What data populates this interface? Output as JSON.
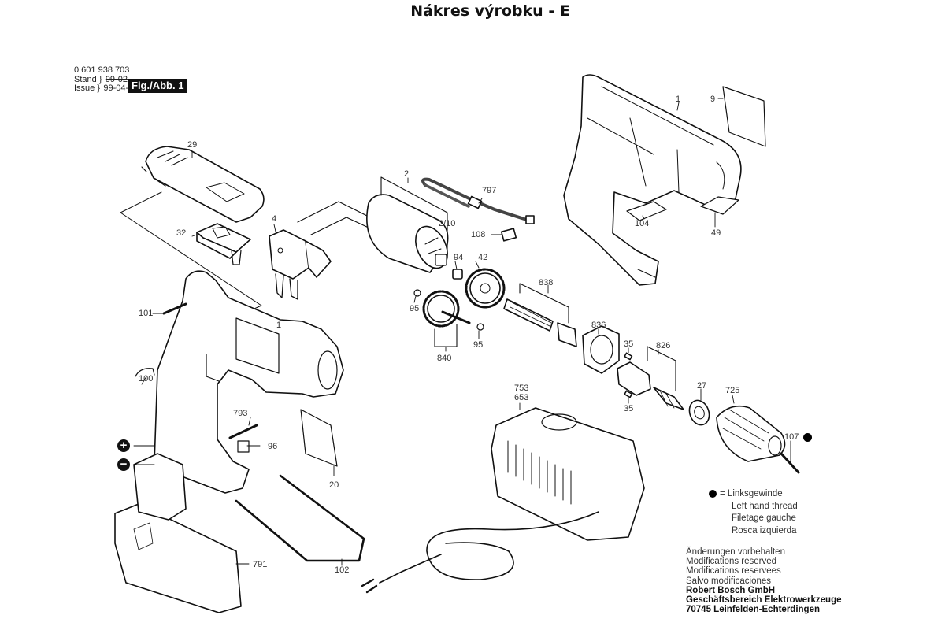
{
  "page": {
    "title": "Nákres výrobku - E"
  },
  "drawing_meta": {
    "part_number": "0 601 938 703",
    "stand_label": "Stand",
    "stand_value": "99-02",
    "issue_label": "Issue",
    "issue_value": "99-04-22",
    "figure_badge": "Fig./Abb. 1"
  },
  "part_labels": {
    "p1_top": "1",
    "p1_housing": "1",
    "p2": "2",
    "p2_10": "2/10",
    "p4": "4",
    "p9": "9",
    "p20": "20",
    "p27": "27",
    "p29": "29",
    "p32": "32",
    "p35_a": "35",
    "p35_b": "35",
    "p42": "42",
    "p49": "49",
    "p94": "94",
    "p95_a": "95",
    "p95_b": "95",
    "p96": "96",
    "p100": "100",
    "p101": "101",
    "p102": "102",
    "p104": "104",
    "p107": "107",
    "p108": "108",
    "p725": "725",
    "p753": "753",
    "p653": "653",
    "p791": "791",
    "p793": "793",
    "p797": "797",
    "p826": "826",
    "p836": "836",
    "p838": "838",
    "p840": "840"
  },
  "battery_terminals": {
    "plus": "+",
    "minus": "−"
  },
  "legend": {
    "symbol": "=",
    "lines": [
      "Linksgewinde",
      "Left hand thread",
      "Filetage gauche",
      "Rosca izquierda"
    ]
  },
  "notes": {
    "lines": [
      "Änderungen vorbehalten",
      "Modifications reserved",
      "Modifications reservees",
      "Salvo modificaciones"
    ],
    "company_lines": [
      "Robert Bosch GmbH",
      "Geschäftsbereich Elektrowerkzeuge",
      "70745 Leinfelden-Echterdingen"
    ]
  }
}
